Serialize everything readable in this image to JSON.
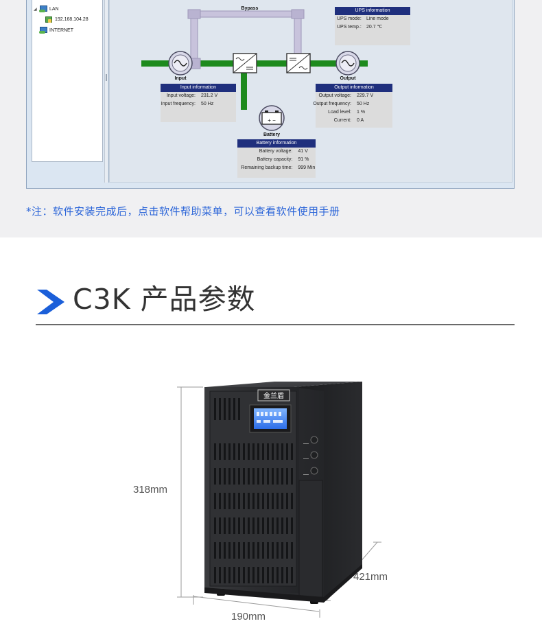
{
  "tree": {
    "lan_label": "LAN",
    "ip_label": "192.168.104.28",
    "internet_label": "INTERNET"
  },
  "diagram": {
    "bypass_label": "Bypass",
    "input_label": "Input",
    "output_label": "Output",
    "battery_label": "Battery",
    "battery_symbol": "+ −",
    "ups_info": {
      "title": "UPS information",
      "rows": [
        {
          "k": "UPS mode:",
          "v": "Line mode"
        },
        {
          "k": "UPS temp.:",
          "v": "20.7 ℃"
        }
      ]
    },
    "input_info": {
      "title": "Input information",
      "rows": [
        {
          "k": "Input voltage:",
          "v": "231.2 V"
        },
        {
          "k": "Input frequency:",
          "v": "50 Hz"
        }
      ]
    },
    "output_info": {
      "title": "Output information",
      "rows": [
        {
          "k": "Output voltage:",
          "v": "229.7 V"
        },
        {
          "k": "Output frequency:",
          "v": "50 Hz"
        },
        {
          "k": "Load level:",
          "v": "1 %"
        },
        {
          "k": "Current:",
          "v": "0 A"
        }
      ]
    },
    "battery_info": {
      "title": "Battery information",
      "rows": [
        {
          "k": "Battery voltage:",
          "v": "41 V"
        },
        {
          "k": "Battery capacity:",
          "v": "91 %"
        },
        {
          "k": "Remaining backup time:",
          "v": "999 Min"
        }
      ]
    }
  },
  "note": "*注：软件安装完成后，点击软件帮助菜单，可以查看软件使用手册",
  "section": {
    "title": "C3K 产品参数"
  },
  "product": {
    "logo_text": "金兰盾",
    "height_label": "318mm",
    "depth_label": "421mm",
    "width_label": "190mm"
  },
  "colors": {
    "accent_blue": "#2a64d8",
    "chevron_blue": "#1b5fd9",
    "info_header": "#1f2f7d",
    "power_line_green": "#1d8a1d",
    "bypass_line": "#c8c3dc"
  }
}
